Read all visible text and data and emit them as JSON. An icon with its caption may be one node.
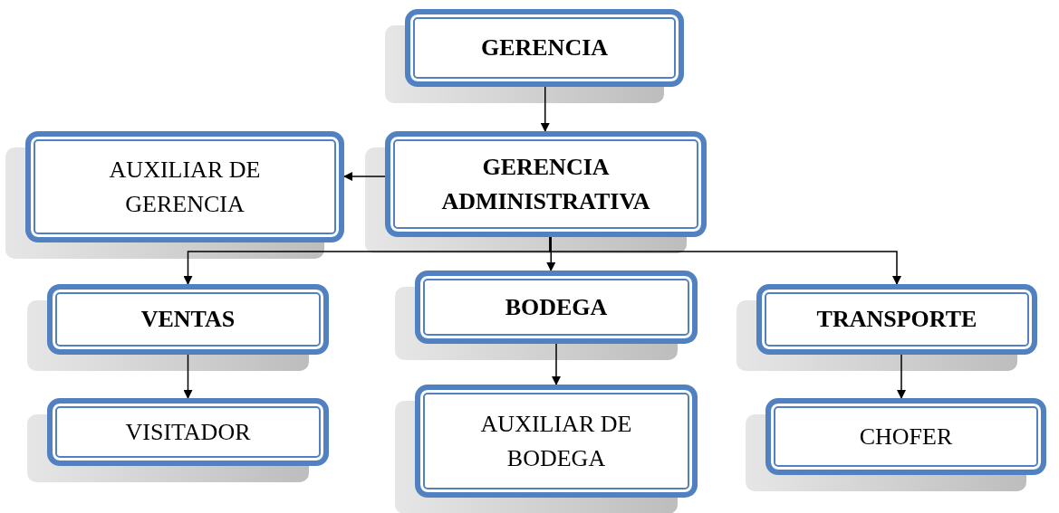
{
  "diagram": {
    "nodes": [
      {
        "text": [
          "GERENCIA"
        ]
      },
      {
        "text": [
          "AUXILIAR DE GERENCIA"
        ]
      },
      {
        "text": [
          "GERENCIA ADMINISTRATIVA"
        ]
      },
      {
        "text": [
          "VENTAS"
        ]
      },
      {
        "text": [
          "BODEGA"
        ]
      },
      {
        "text": [
          "TRANSPORTE"
        ]
      },
      {
        "text": [
          "VISITADOR"
        ]
      },
      {
        "text": [
          "AUXILIAR DE BODEGA"
        ]
      },
      {
        "text": [
          "CHOFER"
        ]
      }
    ],
    "edges": [
      {
        "from": 0,
        "to": 2,
        "arrow": "to"
      },
      {
        "from": 2,
        "to": 1,
        "arrow": "to"
      },
      {
        "from": 2,
        "to": 3,
        "arrow": "to"
      },
      {
        "from": 2,
        "to": 4,
        "arrow": "to"
      },
      {
        "from": 2,
        "to": 5,
        "arrow": "to"
      },
      {
        "from": 3,
        "to": 6,
        "arrow": "to"
      },
      {
        "from": 4,
        "to": 7,
        "arrow": "to"
      },
      {
        "from": 5,
        "to": 8,
        "arrow": "to"
      }
    ]
  }
}
